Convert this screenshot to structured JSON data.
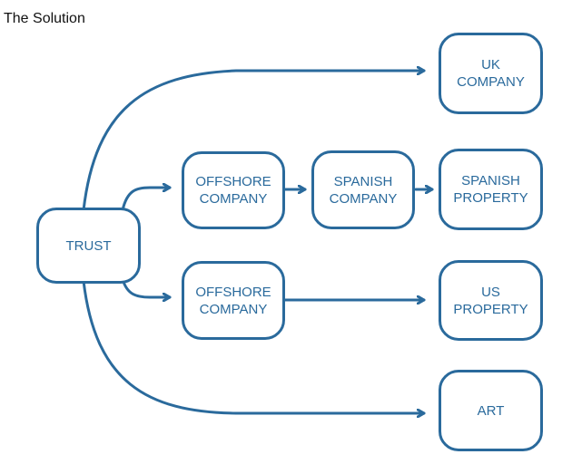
{
  "title": "The Solution",
  "colors": {
    "stroke": "#2a6a9c",
    "text": "#2a6a9c",
    "title": "#111111"
  },
  "nodes": {
    "trust": {
      "lines": [
        "TRUST"
      ]
    },
    "uk_company": {
      "lines": [
        "UK",
        "COMPANY"
      ]
    },
    "offshore_company_1": {
      "lines": [
        "OFFSHORE",
        "COMPANY"
      ]
    },
    "spanish_company": {
      "lines": [
        "SPANISH",
        "COMPANY"
      ]
    },
    "spanish_property": {
      "lines": [
        "SPANISH",
        "PROPERTY"
      ]
    },
    "offshore_company_2": {
      "lines": [
        "OFFSHORE",
        "COMPANY"
      ]
    },
    "us_property": {
      "lines": [
        "US",
        "PROPERTY"
      ]
    },
    "art": {
      "lines": [
        "ART"
      ]
    }
  },
  "edges": [
    {
      "from": "TRUST",
      "to": "UK COMPANY"
    },
    {
      "from": "TRUST",
      "to": "OFFSHORE COMPANY"
    },
    {
      "from": "OFFSHORE COMPANY",
      "to": "SPANISH COMPANY"
    },
    {
      "from": "SPANISH COMPANY",
      "to": "SPANISH PROPERTY"
    },
    {
      "from": "TRUST",
      "to": "OFFSHORE COMPANY"
    },
    {
      "from": "OFFSHORE COMPANY",
      "to": "US PROPERTY"
    },
    {
      "from": "TRUST",
      "to": "ART"
    }
  ]
}
